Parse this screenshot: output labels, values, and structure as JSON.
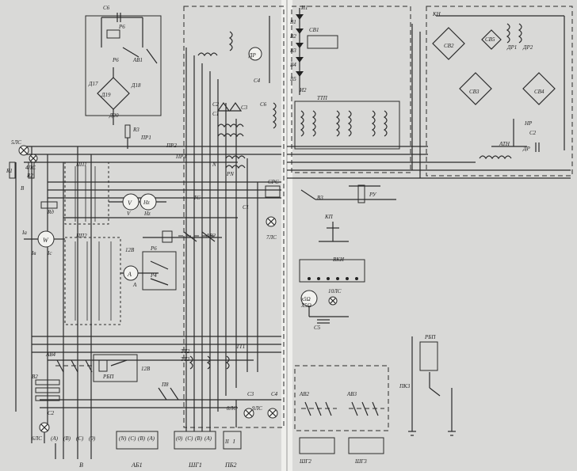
{
  "components": {
    "top_left": [
      "С6",
      "Р6",
      "Р6",
      "АВ1",
      "Д17",
      "Д18",
      "Д19",
      "Д20",
      "R3",
      "ПР1",
      "ПР2",
      "ПР3"
    ],
    "left_column": [
      "5ЛС",
      "4ЛС",
      "R1",
      "R2",
      "В",
      "Rд",
      "Iа",
      "Iв",
      "Iс",
      "АВ4",
      "В2",
      "С2",
      "6ЛС"
    ],
    "center": [
      "ПП1",
      "V",
      "Hz",
      "ТС",
      "ПП2",
      "12В",
      "Р6",
      "Р4",
      "А",
      "РБП",
      "12В",
      "П8",
      "ТТ1",
      "ТТ2",
      "ТТ3"
    ],
    "generator": [
      "С2",
      "С1",
      "С3",
      "С4",
      "С6",
      "ДР",
      "РN",
      "N",
      "СРС",
      "С1",
      "7ЛС",
      "АВ2"
    ],
    "right_upper": [
      "И1",
      "В1",
      "В2",
      "В3",
      "В4",
      "В5",
      "И2",
      "СВ1",
      "ТТП"
    ],
    "korrektor": [
      "КН",
      "СВ2",
      "СВ3",
      "СВ4",
      "СВ5",
      "ДР1",
      "ДР2",
      "АТН",
      "НР",
      "С2",
      "ДР"
    ],
    "right_lower": [
      "В3",
      "РУ",
      "КП",
      "ВКИ",
      "Х5Ω",
      "10ЛС",
      "С5",
      "РБП",
      "ПК3"
    ],
    "bottom": [
      "8ЛС",
      "9ЛС",
      "С3",
      "С4",
      "АВ2",
      "АВ3",
      "ШГ2",
      "ШГ3"
    ]
  },
  "terminals": {
    "В": [
      "(А)",
      "(В)",
      "(С)",
      "(0)"
    ],
    "АБ1": [
      "(N)",
      "(С)",
      "(В)",
      "(А)"
    ],
    "ШГ1": [
      "(0)",
      "(С)",
      "(В)",
      "(А)"
    ],
    "ПБ2": [
      "II",
      "I"
    ],
    "ШГ": [
      "ШГ2",
      "ШГ3"
    ]
  },
  "block_labels": {
    "v_meter": "V",
    "hz_meter": "Hz",
    "a_meter": "А",
    "ohm_meter": "х5Ω",
    "w_meter": "W"
  }
}
